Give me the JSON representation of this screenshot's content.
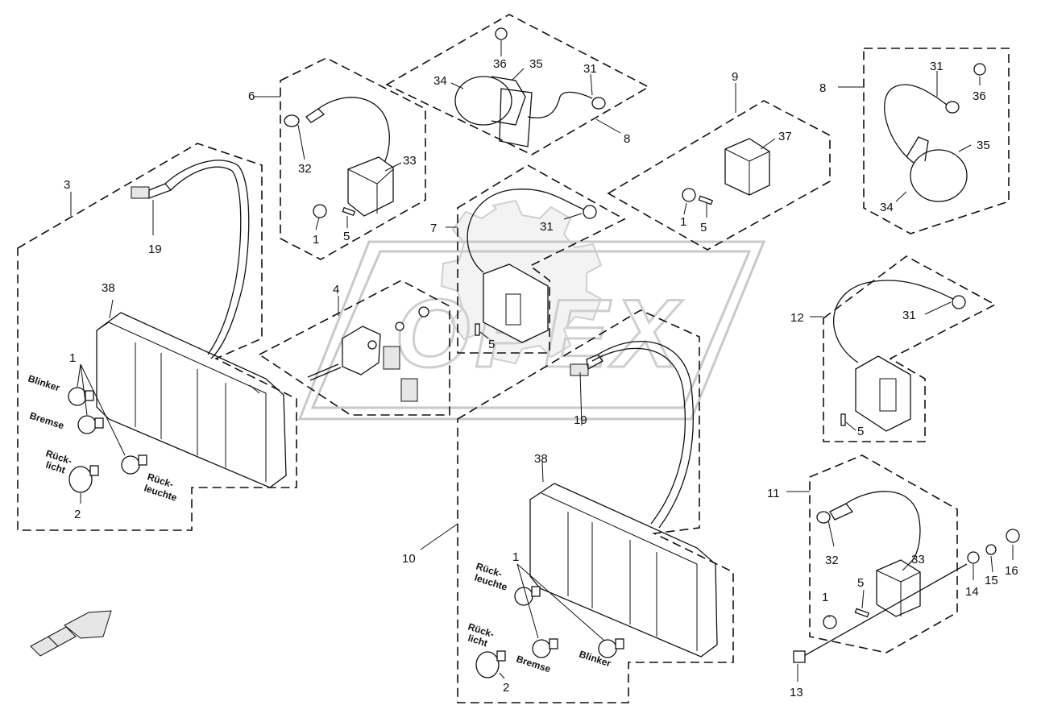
{
  "watermark": {
    "text": "OPEX"
  },
  "callouts": {
    "n1a": "1",
    "n1b": "1",
    "n1c": "1",
    "n1d": "1",
    "n1e": "1",
    "n2a": "2",
    "n2b": "2",
    "n3": "3",
    "n4": "4",
    "n5a": "5",
    "n5b": "5",
    "n5c": "5",
    "n5d": "5",
    "n5e": "5",
    "n6": "6",
    "n7": "7",
    "n8a": "8",
    "n8b": "8",
    "n9": "9",
    "n10": "10",
    "n11": "11",
    "n12": "12",
    "n13": "13",
    "n14": "14",
    "n15": "15",
    "n16": "16",
    "n19a": "19",
    "n19b": "19",
    "n31a": "31",
    "n31b": "31",
    "n31c": "31",
    "n31d": "31",
    "n32a": "32",
    "n32b": "32",
    "n33a": "33",
    "n33b": "33",
    "n34a": "34",
    "n34b": "34",
    "n35a": "35",
    "n35b": "35",
    "n36a": "36",
    "n36b": "36",
    "n37": "37",
    "n38a": "38",
    "n38b": "38"
  },
  "labels": {
    "blinker_left": "Blinker",
    "bremse_left": "Bremse",
    "rueck_left_1": "Rück-",
    "rueck_left_2": "licht",
    "rueckleuchte_left_1": "Rück-",
    "rueckleuchte_left_2": "leuchte",
    "rueckleuchte_right_1": "Rück-",
    "rueckleuchte_right_2": "leuchte",
    "rueck_right_1": "Rück-",
    "rueck_right_2": "licht",
    "bremse_right": "Bremse",
    "blinker_right": "Blinker"
  }
}
